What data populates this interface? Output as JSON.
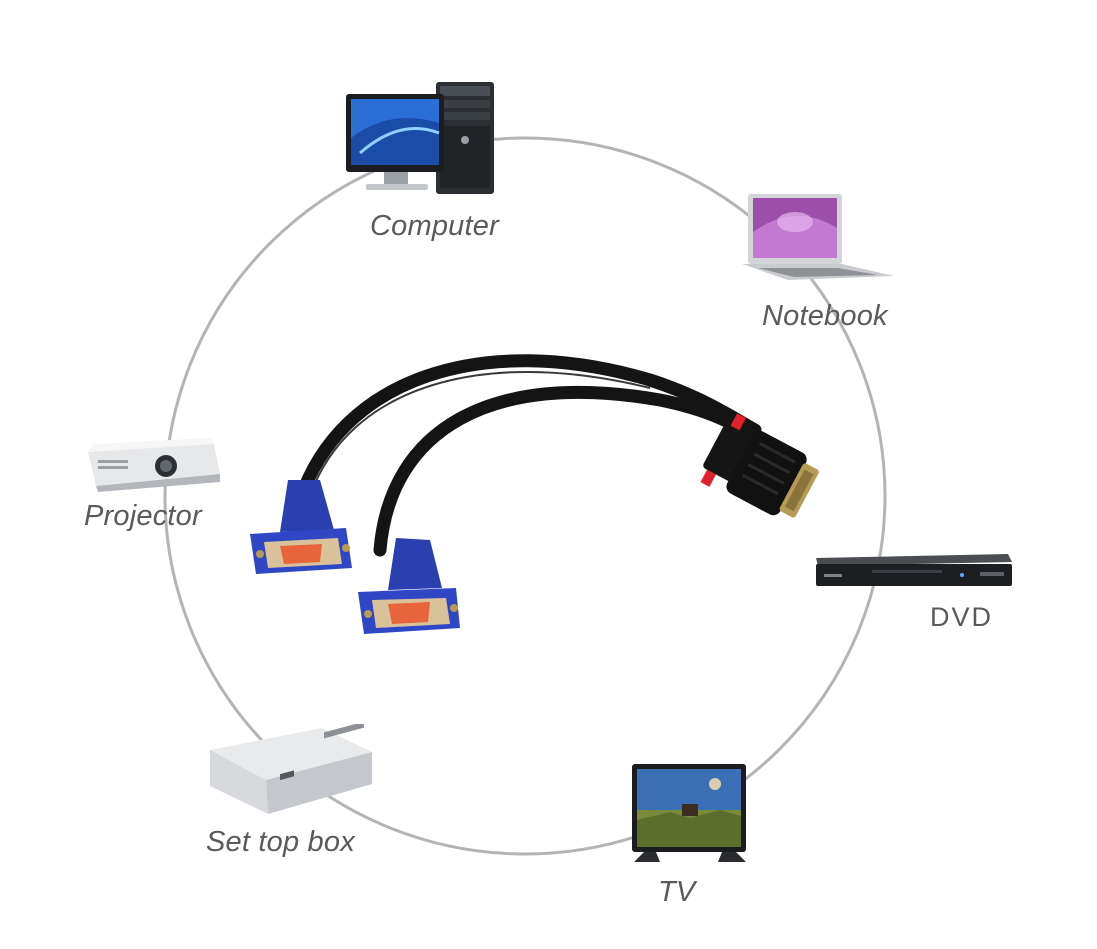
{
  "diagram": {
    "devices": [
      {
        "id": "computer",
        "label": "Computer",
        "icon": "desktop-computer-icon"
      },
      {
        "id": "notebook",
        "label": "Notebook",
        "icon": "laptop-icon"
      },
      {
        "id": "projector",
        "label": "Projector",
        "icon": "projector-icon"
      },
      {
        "id": "dvd",
        "label": "DVD",
        "icon": "dvd-player-icon"
      },
      {
        "id": "settop",
        "label": "Set top box",
        "icon": "set-top-box-icon"
      },
      {
        "id": "tv",
        "label": "TV",
        "icon": "television-icon"
      }
    ],
    "center": {
      "icon": "vga-splitter-cable-icon"
    },
    "colors": {
      "ring": "#b4b4b4",
      "vga_blue": "#2a3fb0",
      "cable": "#141414",
      "label": "#5a5a5a"
    }
  }
}
